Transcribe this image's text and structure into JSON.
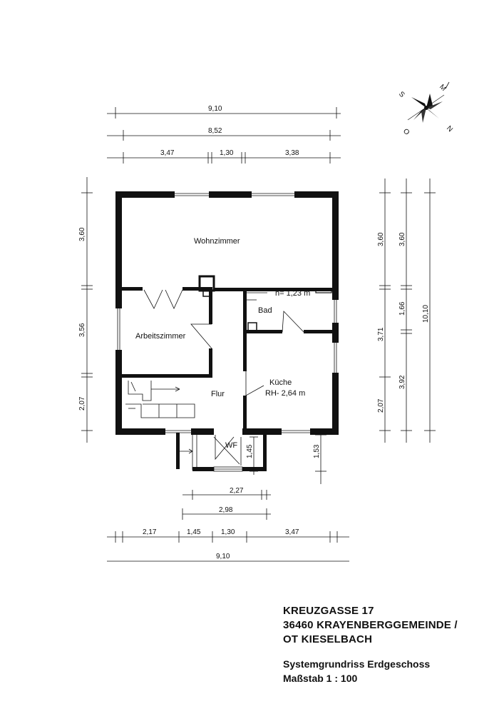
{
  "dimensions": {
    "top_total": "9,10",
    "top_inner": "8,52",
    "top_seg_1": "3,47",
    "top_seg_2": "1,30",
    "top_seg_3": "3,38",
    "left_seg_1": "3,60",
    "left_seg_2": "3,56",
    "left_seg_3": "2,07",
    "right_a_1": "3,60",
    "right_a_2": "3,71",
    "right_a_3": "2,07",
    "right_b_1": "3,60",
    "right_b_2": "1,66",
    "right_b_3": "3,92",
    "right_total": "10,10",
    "porch_height": "1,45",
    "porch_outer_height": "1,53",
    "porch_width_inner": "2,27",
    "porch_width_outer": "2,98",
    "bottom_seg_1": "2,17",
    "bottom_seg_2": "1,45",
    "bottom_seg_3": "1,30",
    "bottom_seg_4": "3,47",
    "bottom_total": "9,10"
  },
  "rooms": {
    "wohnzimmer": "Wohnzimmer",
    "arbeitszimmer": "Arbeitszimmer",
    "bad": "Bad",
    "bad_height": "h= 1,23 m",
    "kueche": "Küche",
    "kueche_height": "RH- 2,64 m",
    "flur": "Flur",
    "wf": "WF"
  },
  "compass": {
    "label_s": "S",
    "label_m": "M",
    "label_o": "O",
    "label_n": "N"
  },
  "caption": {
    "address_line1": "KREUZGASSE 17",
    "address_line2": "36460 KRAYENBERGGEMEINDE /",
    "address_line3": "OT KIESELBACH",
    "plan_title": "Systemgrundriss Erdgeschoss",
    "scale": "Maßstab  1 : 100"
  }
}
